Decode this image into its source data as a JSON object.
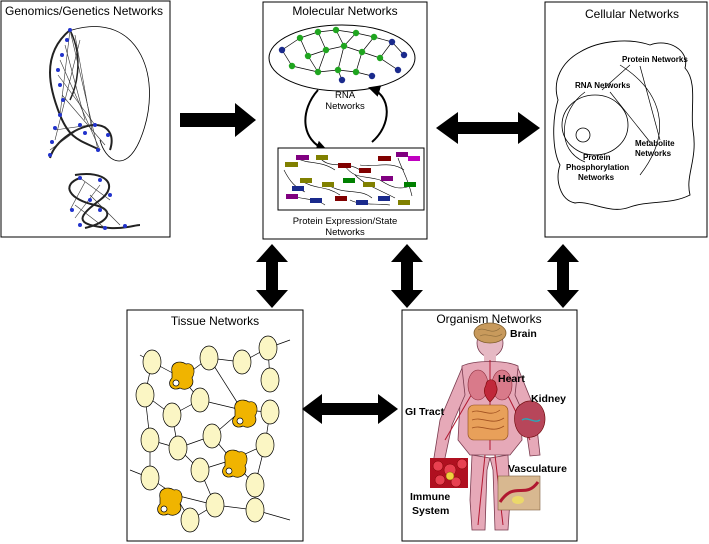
{
  "panels": {
    "genomics": {
      "title": "Genomics/Genetics Networks"
    },
    "molecular": {
      "title": "Molecular Networks",
      "rna_label_1": "RNA",
      "rna_label_2": "Networks",
      "protein_label_1": "Protein Expression/State",
      "protein_label_2": "Networks"
    },
    "cellular": {
      "title": "Cellular Networks",
      "protein_networks": "Protein Networks",
      "rna_networks": "RNA Networks",
      "metabolite_1": "Metabolite",
      "metabolite_2": "Networks",
      "phospho_1": "Protein",
      "phospho_2": "Phosphorylation",
      "phospho_3": "Networks"
    },
    "tissue": {
      "title": "Tissue Networks"
    },
    "organism": {
      "title": "Organism Networks",
      "brain": "Brain",
      "heart": "Heart",
      "kidney": "Kidney",
      "gi_tract": "GI Tract",
      "vasculature": "Vasculature",
      "immune_1": "Immune",
      "immune_2": "System"
    }
  },
  "colors": {
    "green_node": "#1fa51f",
    "blue_node": "#1a2a8c",
    "tissue_cell": "#fbf6c4",
    "tissue_active": "#f0b400",
    "dna_node": "#2233cc",
    "arrow": "#000000"
  }
}
